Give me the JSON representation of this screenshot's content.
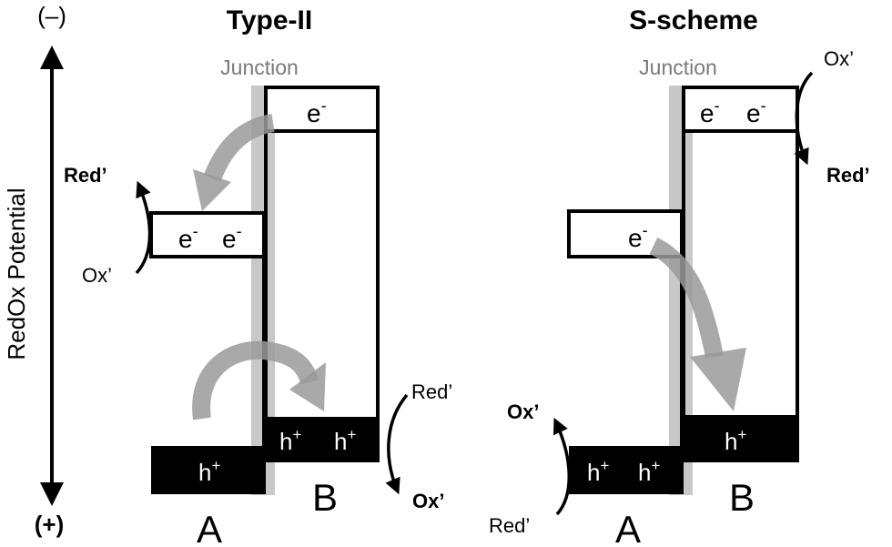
{
  "axis": {
    "top_label": "(–)",
    "bottom_label": "(+)",
    "label": "RedOx Potential"
  },
  "type2": {
    "title": "Type-II",
    "junction": "Junction",
    "b_cb": "e",
    "a_cb_1": "e",
    "a_cb_2": "e",
    "a_vb": "h",
    "b_vb_1": "h",
    "b_vb_2": "h",
    "label_a": "A",
    "label_b": "B",
    "red_product": "Red’",
    "ox_reactant": "Ox’",
    "red_reactant": "Red’",
    "ox_product": "Ox’"
  },
  "sscheme": {
    "title": "S-scheme",
    "junction": "Junction",
    "b_cb_1": "e",
    "b_cb_2": "e",
    "a_cb": "e",
    "a_vb_1": "h",
    "a_vb_2": "h",
    "b_vb": "h",
    "label_a": "A",
    "label_b": "B",
    "ox_reactant": "Ox’",
    "red_product": "Red’",
    "ox_product": "Ox’",
    "red_reactant": "Red’"
  },
  "superscripts": {
    "minus": "-",
    "plus": "+"
  },
  "colors": {
    "band_fill": "#000000",
    "junction": "#c8c8c8",
    "transfer_arrow": "#9a9a9a"
  }
}
